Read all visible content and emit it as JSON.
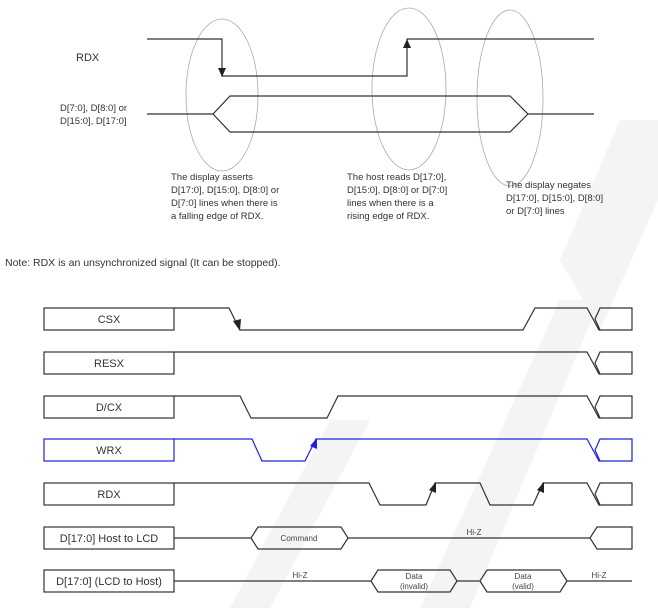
{
  "read_diagram": {
    "rdx_label": "RDX",
    "bus_label_lines": [
      "D[7:0], D[8:0] or",
      "D[15:0], D[17:0]"
    ],
    "captions": [
      [
        "The display asserts",
        "D[17:0], D[15:0], D[8:0] or",
        "D[7:0] lines when there is",
        "a falling edge of RDX."
      ],
      [
        "The host reads  D[17:0],",
        "D[15:0], D[8:0] or D[7:0]",
        "lines when there is a",
        "rising edge of RDX."
      ],
      [
        "The display negates",
        "D[17:0], D[15:0], D[8:0]",
        "or D[7:0] lines"
      ]
    ],
    "note": "Note: RDX is an unsynchronized signal (It can be stopped)."
  },
  "timing": {
    "signals": [
      "CSX",
      "RESX",
      "D/CX",
      "WRX",
      "RDX",
      "D[17:0] Host to LCD",
      "D[17:0] (LCD to Host)"
    ],
    "host_to_lcd": {
      "command": "Command",
      "hiz": "Hi-Z"
    },
    "lcd_to_host": {
      "hiz_left": "Hi-Z",
      "data_invalid": [
        "Data",
        "(invalid)"
      ],
      "data_valid": [
        "Data",
        "(valid)"
      ],
      "hiz_right": "Hi-Z"
    },
    "highlight_color": "#2020e0"
  }
}
